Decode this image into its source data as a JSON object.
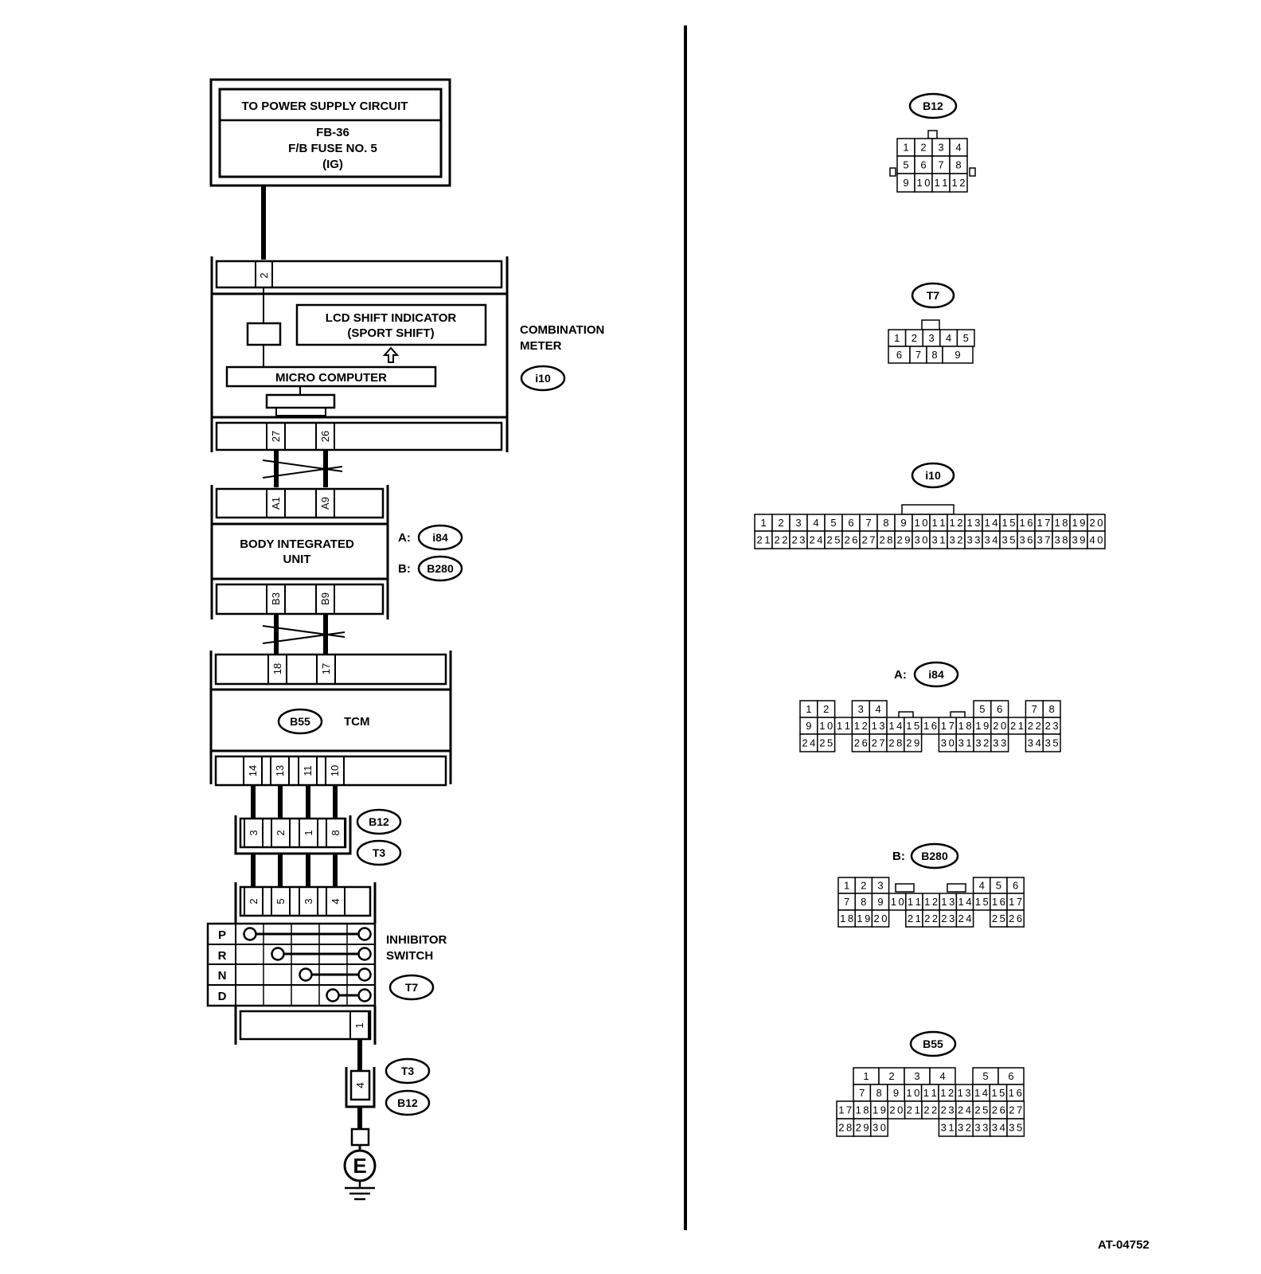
{
  "power_supply": {
    "title": "TO POWER SUPPLY CIRCUIT",
    "line1": "FB-36",
    "line2": "F/B FUSE NO. 5",
    "line3": "(IG)"
  },
  "combination_meter": {
    "label_line1": "COMBINATION",
    "label_line2": "METER",
    "connector": "i10",
    "lcd_line1": "LCD SHIFT INDICATOR",
    "lcd_line2": "(SPORT SHIFT)",
    "micro": "MICRO COMPUTER",
    "pin_top": "2",
    "pins_bottom": [
      "27",
      "26"
    ]
  },
  "body_integrated_unit": {
    "line1": "BODY INTEGRATED",
    "line2": "UNIT",
    "connector_a_prefix": "A:",
    "connector_a": "i84",
    "connector_b_prefix": "B:",
    "connector_b": "B280",
    "pins_top": [
      "A1",
      "A9"
    ],
    "pins_bottom": [
      "B3",
      "B9"
    ]
  },
  "tcm": {
    "label": "TCM",
    "connector": "B55",
    "pins_top": [
      "18",
      "17"
    ],
    "pins_bottom": [
      "14",
      "13",
      "11",
      "10"
    ]
  },
  "junction_1": {
    "pins": [
      "3",
      "2",
      "1",
      "8"
    ],
    "connector_top": "B12",
    "connector_bottom": "T3"
  },
  "inhibitor_switch": {
    "label_line1": "INHIBITOR",
    "label_line2": "SWITCH",
    "connector": "T7",
    "pins_top": [
      "2",
      "5",
      "3",
      "4"
    ],
    "positions": [
      "P",
      "R",
      "N",
      "D"
    ],
    "pin_bottom": "1"
  },
  "junction_2": {
    "pin": "4",
    "connector_top": "T3",
    "connector_bottom": "B12"
  },
  "ground": {
    "label": "E"
  },
  "connector_views": {
    "b12": {
      "name": "B12",
      "rows": [
        [
          "1",
          "2",
          "3",
          "4"
        ],
        [
          "5",
          "6",
          "7",
          "8"
        ],
        [
          "9",
          "10",
          "11",
          "12"
        ]
      ]
    },
    "t7": {
      "name": "T7",
      "rows": [
        [
          "1",
          "2",
          "3",
          "4",
          "5"
        ],
        [
          "6",
          "7",
          "8",
          "9"
        ]
      ]
    },
    "i10": {
      "name": "i10",
      "rows": [
        [
          "1",
          "2",
          "3",
          "4",
          "5",
          "6",
          "7",
          "8",
          "9",
          "10",
          "11",
          "12",
          "13",
          "14",
          "15",
          "16",
          "17",
          "18",
          "19",
          "20"
        ],
        [
          "21",
          "22",
          "23",
          "24",
          "25",
          "26",
          "27",
          "28",
          "29",
          "30",
          "31",
          "32",
          "33",
          "34",
          "35",
          "36",
          "37",
          "38",
          "39",
          "40"
        ]
      ]
    },
    "i84": {
      "prefix": "A:",
      "name": "i84",
      "rows": [
        [
          "1",
          "2",
          "3",
          "4",
          "5",
          "6",
          "7",
          "8"
        ],
        [
          "9",
          "10",
          "11",
          "12",
          "13",
          "14",
          "15",
          "16",
          "17",
          "18",
          "19",
          "20",
          "21",
          "22",
          "23"
        ],
        [
          "24",
          "25",
          "26",
          "27",
          "28",
          "29",
          "30",
          "31",
          "32",
          "33",
          "34",
          "35"
        ]
      ]
    },
    "b280": {
      "prefix": "B:",
      "name": "B280",
      "rows": [
        [
          "1",
          "2",
          "3",
          "4",
          "5",
          "6"
        ],
        [
          "7",
          "8",
          "9",
          "10",
          "11",
          "12",
          "13",
          "14",
          "15",
          "16",
          "17"
        ],
        [
          "18",
          "19",
          "20",
          "21",
          "22",
          "23",
          "24",
          "25",
          "26"
        ]
      ]
    },
    "b55": {
      "name": "B55",
      "rows": [
        [
          "1",
          "2",
          "3",
          "4",
          "5",
          "6"
        ],
        [
          "7",
          "8",
          "9",
          "10",
          "11",
          "12",
          "13",
          "14",
          "15",
          "16"
        ],
        [
          "17",
          "18",
          "19",
          "20",
          "21",
          "22",
          "23",
          "24",
          "25",
          "26",
          "27"
        ],
        [
          "28",
          "29",
          "30",
          "31",
          "32",
          "33",
          "34",
          "35"
        ]
      ]
    }
  },
  "figure_code": "AT-04752"
}
